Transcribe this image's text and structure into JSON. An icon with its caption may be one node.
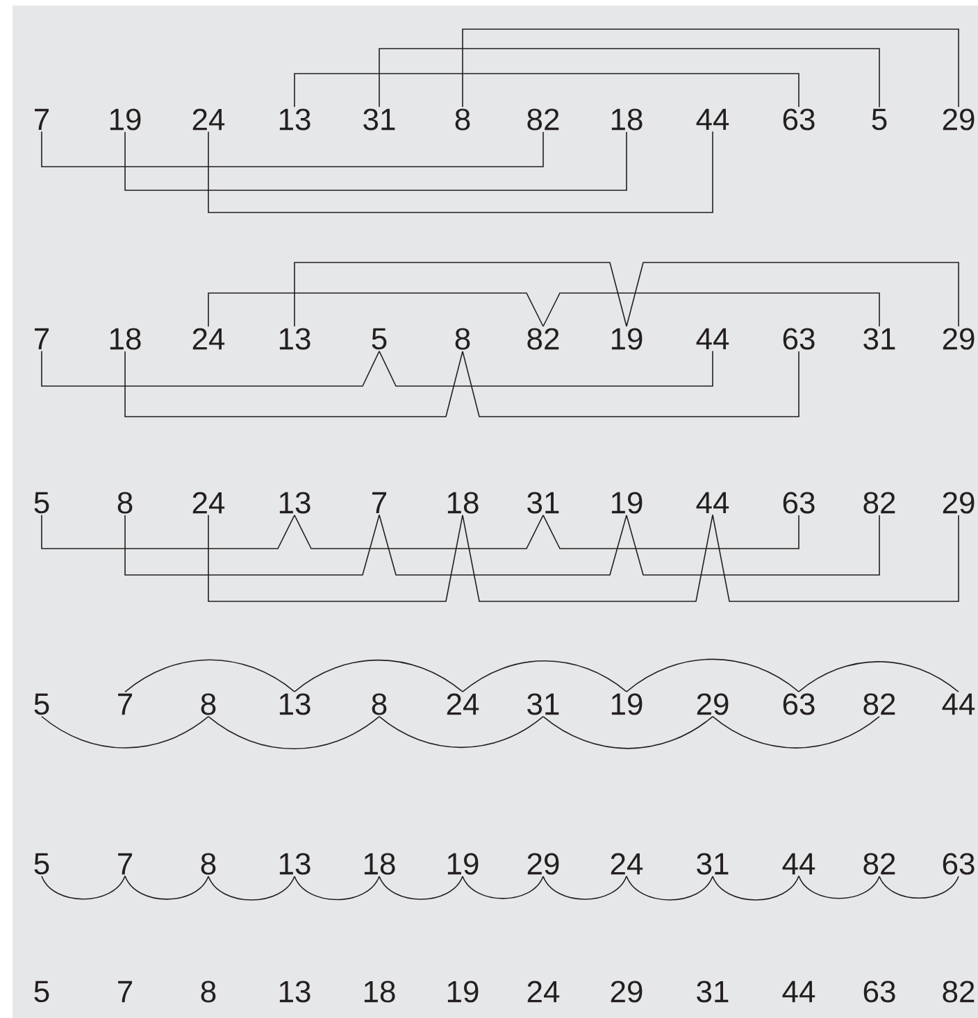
{
  "diagram": {
    "nodes": [
      {
        "text": [
          "7"
        ]
      },
      {
        "text": [
          "19"
        ]
      },
      {
        "text": [
          "24"
        ]
      },
      {
        "text": [
          "13"
        ]
      },
      {
        "text": [
          "31"
        ]
      },
      {
        "text": [
          "8"
        ]
      },
      {
        "text": [
          "82"
        ]
      },
      {
        "text": [
          "18"
        ]
      },
      {
        "text": [
          "44"
        ]
      },
      {
        "text": [
          "63"
        ]
      },
      {
        "text": [
          "5"
        ]
      },
      {
        "text": [
          "29"
        ]
      },
      {
        "text": [
          "7"
        ]
      },
      {
        "text": [
          "18"
        ]
      },
      {
        "text": [
          "24"
        ]
      },
      {
        "text": [
          "13"
        ]
      },
      {
        "text": [
          "5"
        ]
      },
      {
        "text": [
          "8"
        ]
      },
      {
        "text": [
          "82"
        ]
      },
      {
        "text": [
          "19"
        ]
      },
      {
        "text": [
          "44"
        ]
      },
      {
        "text": [
          "63"
        ]
      },
      {
        "text": [
          "31"
        ]
      },
      {
        "text": [
          "29"
        ]
      },
      {
        "text": [
          "5"
        ]
      },
      {
        "text": [
          "8"
        ]
      },
      {
        "text": [
          "24"
        ]
      },
      {
        "text": [
          "13"
        ]
      },
      {
        "text": [
          "7"
        ]
      },
      {
        "text": [
          "18"
        ]
      },
      {
        "text": [
          "31"
        ]
      },
      {
        "text": [
          "19"
        ]
      },
      {
        "text": [
          "44"
        ]
      },
      {
        "text": [
          "63"
        ]
      },
      {
        "text": [
          "82"
        ]
      },
      {
        "text": [
          "29"
        ]
      },
      {
        "text": [
          "5"
        ]
      },
      {
        "text": [
          "7"
        ]
      },
      {
        "text": [
          "8"
        ]
      },
      {
        "text": [
          "13"
        ]
      },
      {
        "text": [
          "8"
        ]
      },
      {
        "text": [
          "24"
        ]
      },
      {
        "text": [
          "31"
        ]
      },
      {
        "text": [
          "19"
        ]
      },
      {
        "text": [
          "29"
        ]
      },
      {
        "text": [
          "63"
        ]
      },
      {
        "text": [
          "82"
        ]
      },
      {
        "text": [
          "44"
        ]
      },
      {
        "text": [
          "5"
        ]
      },
      {
        "text": [
          "7"
        ]
      },
      {
        "text": [
          "8"
        ]
      },
      {
        "text": [
          "13"
        ]
      },
      {
        "text": [
          "18"
        ]
      },
      {
        "text": [
          "19"
        ]
      },
      {
        "text": [
          "29"
        ]
      },
      {
        "text": [
          "24"
        ]
      },
      {
        "text": [
          "31"
        ]
      },
      {
        "text": [
          "44"
        ]
      },
      {
        "text": [
          "82"
        ]
      },
      {
        "text": [
          "63"
        ]
      },
      {
        "text": [
          "5"
        ]
      },
      {
        "text": [
          "7"
        ]
      },
      {
        "text": [
          "8"
        ]
      },
      {
        "text": [
          "13"
        ]
      },
      {
        "text": [
          "18"
        ]
      },
      {
        "text": [
          "19"
        ]
      },
      {
        "text": [
          "24"
        ]
      },
      {
        "text": [
          "29"
        ]
      },
      {
        "text": [
          "31"
        ]
      },
      {
        "text": [
          "44"
        ]
      },
      {
        "text": [
          "63"
        ]
      },
      {
        "text": [
          "82"
        ]
      }
    ],
    "edges": [
      {
        "from": 0,
        "to": 6,
        "arrow": "none"
      },
      {
        "from": 1,
        "to": 7,
        "arrow": "none"
      },
      {
        "from": 2,
        "to": 8,
        "arrow": "none"
      },
      {
        "from": 3,
        "to": 9,
        "arrow": "none"
      },
      {
        "from": 4,
        "to": 10,
        "arrow": "none"
      },
      {
        "from": 5,
        "to": 11,
        "arrow": "none"
      },
      {
        "from": 12,
        "to": 16,
        "arrow": "none"
      },
      {
        "from": 16,
        "to": 20,
        "arrow": "none"
      },
      {
        "from": 13,
        "to": 17,
        "arrow": "none"
      },
      {
        "from": 17,
        "to": 21,
        "arrow": "none"
      },
      {
        "from": 14,
        "to": 18,
        "arrow": "none"
      },
      {
        "from": 18,
        "to": 22,
        "arrow": "none"
      },
      {
        "from": 15,
        "to": 19,
        "arrow": "none"
      },
      {
        "from": 19,
        "to": 23,
        "arrow": "none"
      },
      {
        "from": 24,
        "to": 27,
        "arrow": "none"
      },
      {
        "from": 27,
        "to": 30,
        "arrow": "none"
      },
      {
        "from": 30,
        "to": 33,
        "arrow": "none"
      },
      {
        "from": 25,
        "to": 28,
        "arrow": "none"
      },
      {
        "from": 28,
        "to": 31,
        "arrow": "none"
      },
      {
        "from": 31,
        "to": 34,
        "arrow": "none"
      },
      {
        "from": 26,
        "to": 29,
        "arrow": "none"
      },
      {
        "from": 29,
        "to": 32,
        "arrow": "none"
      },
      {
        "from": 32,
        "to": 35,
        "arrow": "none"
      },
      {
        "from": 36,
        "to": 38,
        "arrow": "none"
      },
      {
        "from": 38,
        "to": 40,
        "arrow": "none"
      },
      {
        "from": 40,
        "to": 42,
        "arrow": "none"
      },
      {
        "from": 42,
        "to": 44,
        "arrow": "none"
      },
      {
        "from": 44,
        "to": 46,
        "arrow": "none"
      },
      {
        "from": 37,
        "to": 39,
        "arrow": "none"
      },
      {
        "from": 39,
        "to": 41,
        "arrow": "none"
      },
      {
        "from": 41,
        "to": 43,
        "arrow": "none"
      },
      {
        "from": 43,
        "to": 45,
        "arrow": "none"
      },
      {
        "from": 45,
        "to": 47,
        "arrow": "none"
      },
      {
        "from": 48,
        "to": 49,
        "arrow": "none"
      },
      {
        "from": 49,
        "to": 50,
        "arrow": "none"
      },
      {
        "from": 50,
        "to": 51,
        "arrow": "none"
      },
      {
        "from": 51,
        "to": 52,
        "arrow": "none"
      },
      {
        "from": 52,
        "to": 53,
        "arrow": "none"
      },
      {
        "from": 53,
        "to": 54,
        "arrow": "none"
      },
      {
        "from": 54,
        "to": 55,
        "arrow": "none"
      },
      {
        "from": 55,
        "to": 56,
        "arrow": "none"
      },
      {
        "from": 56,
        "to": 57,
        "arrow": "none"
      },
      {
        "from": 57,
        "to": 58,
        "arrow": "none"
      },
      {
        "from": 58,
        "to": 59,
        "arrow": "none"
      }
    ]
  }
}
